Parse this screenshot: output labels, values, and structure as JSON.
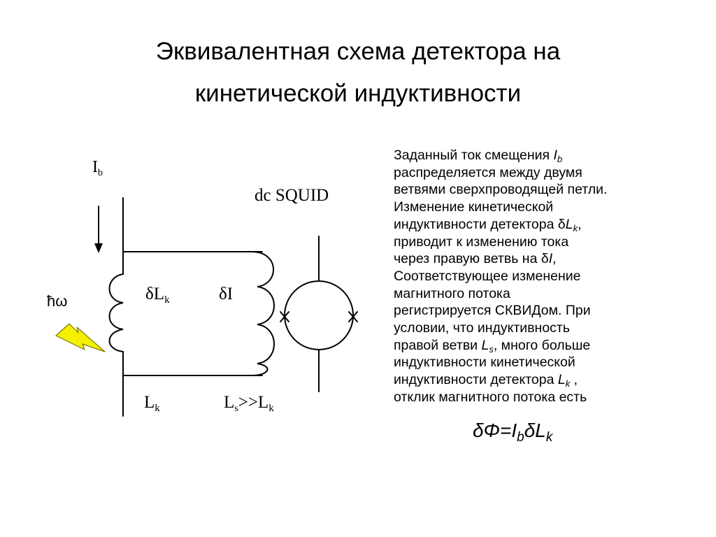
{
  "title": {
    "line1": "Эквивалентная схема детектора на",
    "line2": "кинетической индуктивности"
  },
  "diagram": {
    "bias_current_label": "I",
    "bias_current_sub": "b",
    "squid_label": "dc SQUID",
    "detector_inductance_delta_label": "δL",
    "detector_inductance_delta_sub": "k",
    "current_change_label": "δI",
    "detector_inductance_label": "L",
    "detector_inductance_sub": "k",
    "right_branch_condition": "L",
    "right_branch_condition_sub1": "s",
    "right_branch_condition_mid": ">>L",
    "right_branch_condition_sub2": "k",
    "photon_label": "ħω"
  },
  "description": {
    "l1_a": "Заданный ток смещения ",
    "l1_i": "I",
    "l1_sub": "b",
    "l2": "распределяется между двумя",
    "l3": "ветвями сверхпроводящей петли.",
    "l4": "Изменение кинетической",
    "l5_a": "индуктивности детектора δ",
    "l5_i": "L",
    "l5_sub": "k",
    "l5_b": ",",
    "l6": "приводит к изменению тока",
    "l7_a": "через правую ветвь на δ",
    "l7_i": "I",
    "l7_b": ",",
    "l8": "Соответствующее изменение",
    "l9": "магнитного потока",
    "l10": "регистрируется СКВИДом. При",
    "l11": "условии, что индуктивность",
    "l12_a": "правой ветви ",
    "l12_i": "L",
    "l12_sub": "s",
    "l12_b": ", много больше",
    "l13": "индуктивности кинетической",
    "l14_a": "индуктивности детектора ",
    "l14_i": "L",
    "l14_sub": "k",
    "l14_b": " ,",
    "l15": "отклик магнитного потока есть"
  },
  "formula": {
    "part1": "δΦ=I",
    "sub1": "b",
    "part2": "δL",
    "sub2": "k"
  }
}
